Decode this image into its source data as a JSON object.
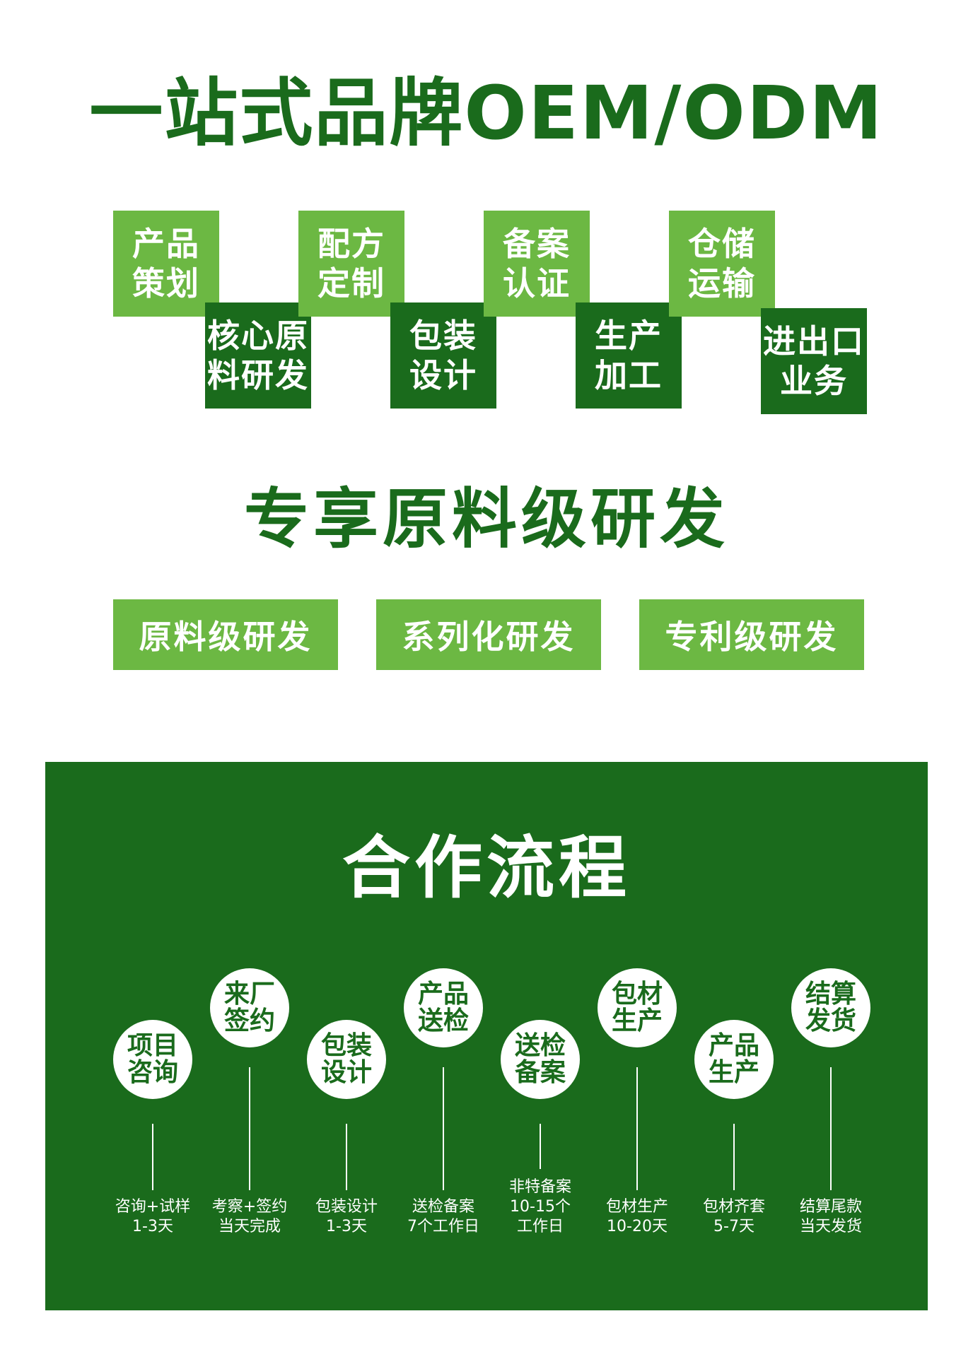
{
  "header": {
    "title": "一站式品牌OEM/ODM"
  },
  "services": [
    {
      "line1": "产品",
      "line2": "策划"
    },
    {
      "line1": "核心原",
      "line2": "料研发"
    },
    {
      "line1": "配方",
      "line2": "定制"
    },
    {
      "line1": "包装",
      "line2": "设计"
    },
    {
      "line1": "备案",
      "line2": "认证"
    },
    {
      "line1": "生产",
      "line2": "加工"
    },
    {
      "line1": "仓储",
      "line2": "运输"
    },
    {
      "line1": "进出口",
      "line2": "业务"
    }
  ],
  "research": {
    "title": "专享原料级研发",
    "features": [
      "原料级研发",
      "系列化研发",
      "专利级研发"
    ]
  },
  "process": {
    "title": "合作流程",
    "steps": [
      {
        "name1": "项目",
        "name2": "咨询",
        "desc": [
          "咨询+试样",
          "1-3天"
        ]
      },
      {
        "name1": "来厂",
        "name2": "签约",
        "desc": [
          "考察+签约",
          "当天完成"
        ]
      },
      {
        "name1": "包装",
        "name2": "设计",
        "desc": [
          "包装设计",
          "1-3天"
        ]
      },
      {
        "name1": "产品",
        "name2": "送检",
        "desc": [
          "送检备案",
          "7个工作日"
        ]
      },
      {
        "name1": "送检",
        "name2": "备案",
        "desc": [
          "非特备案",
          "10-15个",
          "工作日"
        ]
      },
      {
        "name1": "包材",
        "name2": "生产",
        "desc": [
          "包材生产",
          "10-20天"
        ]
      },
      {
        "name1": "产品",
        "name2": "生产",
        "desc": [
          "包材齐套",
          "5-7天"
        ]
      },
      {
        "name1": "结算",
        "name2": "发货",
        "desc": [
          "结算尾款",
          "当天发货"
        ]
      }
    ]
  },
  "colors": {
    "dark_green": "#1a6b1c",
    "light_green": "#6cb843",
    "white": "#ffffff"
  }
}
